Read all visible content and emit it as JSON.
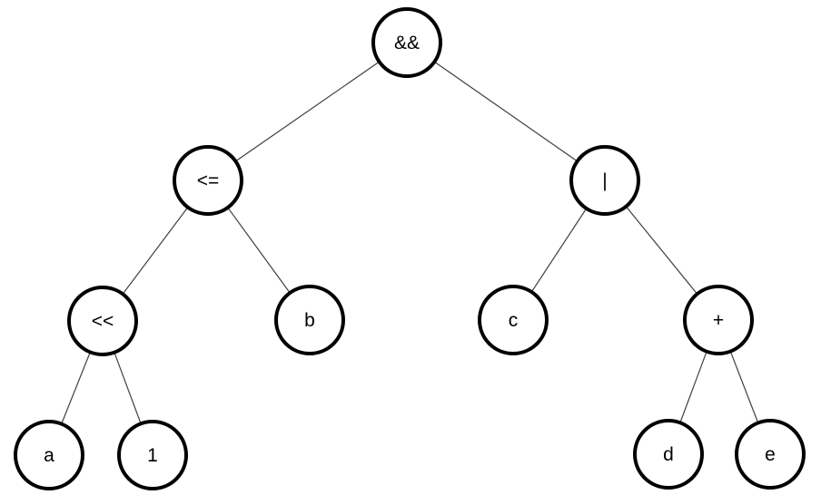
{
  "diagram": {
    "type": "binary-expression-tree",
    "nodes": [
      {
        "id": "and",
        "label": "&&",
        "role": "operator",
        "parent": null
      },
      {
        "id": "lte",
        "label": "<=",
        "role": "operator",
        "parent": "and"
      },
      {
        "id": "or",
        "label": "|",
        "role": "operator",
        "parent": "and"
      },
      {
        "id": "shl",
        "label": "<<",
        "role": "operator",
        "parent": "lte"
      },
      {
        "id": "b",
        "label": "b",
        "role": "operand",
        "parent": "lte"
      },
      {
        "id": "c",
        "label": "c",
        "role": "operand",
        "parent": "or"
      },
      {
        "id": "plus",
        "label": "+",
        "role": "operator",
        "parent": "or"
      },
      {
        "id": "a",
        "label": "a",
        "role": "operand",
        "parent": "shl"
      },
      {
        "id": "one",
        "label": "1",
        "role": "operand",
        "parent": "shl"
      },
      {
        "id": "d",
        "label": "d",
        "role": "operand",
        "parent": "plus"
      },
      {
        "id": "e",
        "label": "e",
        "role": "operand",
        "parent": "plus"
      }
    ],
    "edges": [
      {
        "from": "and",
        "to": "lte"
      },
      {
        "from": "and",
        "to": "or"
      },
      {
        "from": "lte",
        "to": "shl"
      },
      {
        "from": "lte",
        "to": "b"
      },
      {
        "from": "or",
        "to": "c"
      },
      {
        "from": "or",
        "to": "plus"
      },
      {
        "from": "shl",
        "to": "a"
      },
      {
        "from": "shl",
        "to": "one"
      },
      {
        "from": "plus",
        "to": "d"
      },
      {
        "from": "plus",
        "to": "e"
      }
    ],
    "colors": {
      "node_border": "#000000",
      "node_fill": "#ffffff",
      "edge_stroke": "#404040",
      "text": "#000000"
    }
  }
}
